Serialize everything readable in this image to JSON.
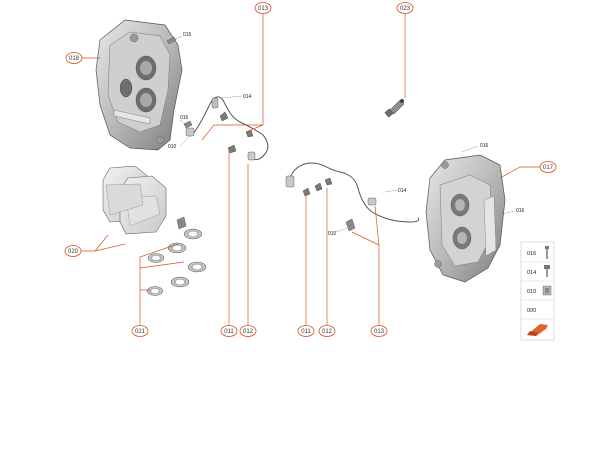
{
  "diagram": {
    "accent_color": "#d9541f",
    "callouts": {
      "c018": "018",
      "c013": "013",
      "c023": "023",
      "c017": "017",
      "c020": "020",
      "c021": "021",
      "c011_left": "011",
      "c012_left": "012",
      "c011_right": "011",
      "c012_right": "012",
      "c013_bottom": "013"
    },
    "small_labels": {
      "l015_top": "015",
      "l016_left": "016",
      "l010_left": "010",
      "l014_left": "014",
      "l016_right_top": "016",
      "l016_right": "016",
      "l014_right": "014",
      "l010_right": "010"
    },
    "legend": {
      "items": [
        {
          "label": "016",
          "icon": "bolt-icon"
        },
        {
          "label": "014",
          "icon": "screw-icon"
        },
        {
          "label": "010",
          "icon": "clip-icon"
        },
        {
          "label": "000",
          "icon": "none"
        },
        {
          "label": "",
          "icon": "orange-arrow-icon"
        }
      ]
    }
  }
}
